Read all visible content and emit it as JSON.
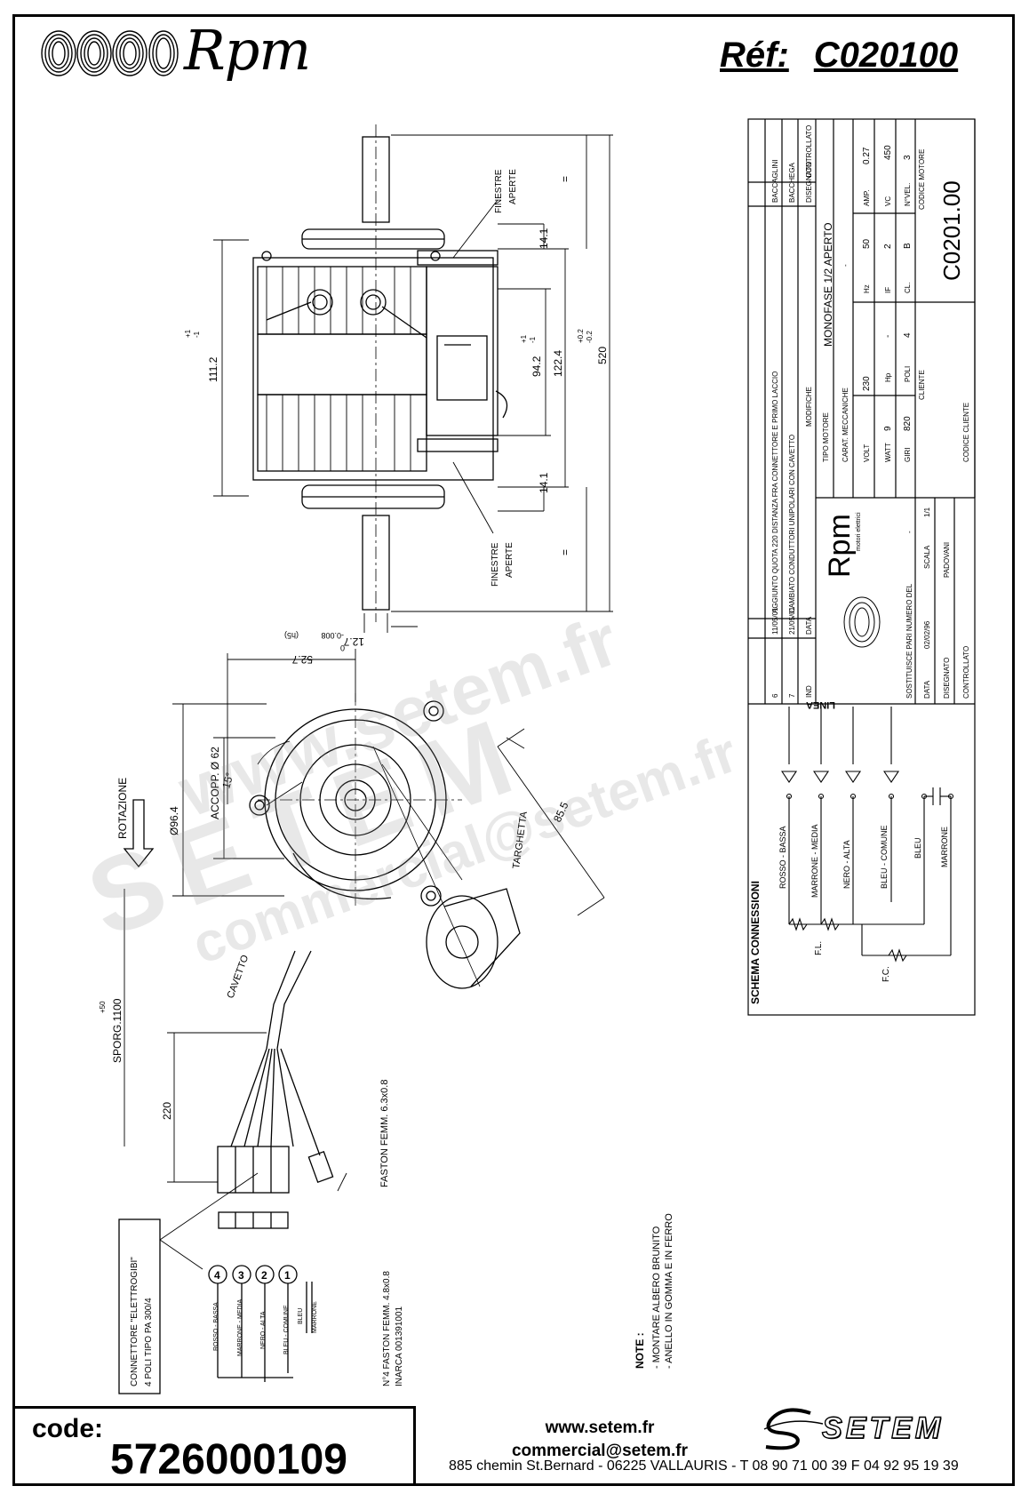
{
  "header": {
    "brand": "Rpm",
    "ref_label": "Réf:",
    "ref_value": "C020100"
  },
  "title_block": {
    "revisions": [
      {
        "ind": "7",
        "date": "21/05/01",
        "text": "CAMBIATO CONDUTTORI UNIPOLARI CON CAVETTO",
        "by1": "BACCHEGA",
        "by2": "BACCHEGA"
      },
      {
        "ind": "6",
        "date": "11/05/01",
        "text": "AGGIUNTO QUOTA 220 DISTANZA FRA CONNETTORE E PRIMO LACCIO",
        "by1": "BACCAGLINI",
        "by2": "BACCAGLINI"
      }
    ],
    "col_ind": "IND",
    "col_data": "DATA",
    "col_modifiche": "MODIFICHE",
    "col_disegnato": "DISEGNATO",
    "col_controllato": "CONTROLLATO",
    "brand": "Rpm",
    "brand_sub": "motori elettrici",
    "tipo_motore_label": "TIPO MOTORE",
    "tipo_motore": "MONOFASE 1/2 APERTO",
    "carat_label": "CARAT. MECCANICHE",
    "carat_value": "-",
    "volt_label": "VOLT",
    "volt": "230",
    "hz_label": "Hz",
    "hz": "50",
    "amp_label": "AMP.",
    "amp": "0.27",
    "watt_label": "WATT",
    "watt": "9",
    "hp_label": "Hp",
    "hp": "-",
    "if_label": "IF",
    "if_value": "2",
    "vc_label": "VC",
    "vc": "450",
    "giri_label": "GIRI",
    "giri": "820",
    "poli_label": "POLI",
    "poli": "4",
    "cl_label": "CL.",
    "cl": "B",
    "nvel_label": "N°VEL.",
    "nvel": "3",
    "sostituisce_label": "SOSTITUISCE PARI NUMERO DEL",
    "sostituisce": "-",
    "data_label": "DATA",
    "data": "02/02/96",
    "scala_label": "SCALA",
    "scala": "1/1",
    "disegnato_label": "DISEGNATO",
    "disegnato": "PADOVANI",
    "controllato_label": "CONTROLLATO",
    "cliente_label": "CLIENTE",
    "codice_cliente_label": "CODICE CLIENTE",
    "codice_motore_label": "CODICE MOTORE",
    "codice_motore": "C0201.00"
  },
  "schema": {
    "title": "SCHEMA CONNESSIONI",
    "linea": "LINEA",
    "wires": [
      "ROSSO - BASSA",
      "MARRONE - MEDIA",
      "NERO - ALTA",
      "BLEU - COMUNE",
      "BLEU",
      "MARRONE"
    ],
    "fl": "F.L.",
    "fc": "F.C."
  },
  "dims": {
    "d111": "111.2",
    "tol_pm1_a": "+1",
    "tol_pm1_b": "-1",
    "d94": "94.2",
    "d122": "122.4",
    "tol_02_a": "+0.2",
    "tol_02_b": "-0.2",
    "d520": "520",
    "d14a": "14.1",
    "d14b": "14.1",
    "eq": "=",
    "finestre": "FINESTRE",
    "aperte": "APERTE",
    "shaft": "12.7",
    "shaft_tol": "-0.008",
    "shaft_tol0": "0",
    "shaft_fit": "(h5)",
    "d52": "52.7",
    "d96": "Ø96.4",
    "accopp": "ACCOPP. Ø 62",
    "angle": "15°",
    "d85": "85.5",
    "targhetta": "TARGHETTA",
    "rotazione": "ROTAZIONE",
    "cavetto": "CAVETTO",
    "sporg": "SPORG.1100",
    "sporg_tol": "+50",
    "d220": "220",
    "faston": "FASTON FEMM. 6.3x0.8",
    "connettore_1": "CONNETTORE \"ELETTROGIBI\"",
    "connettore_2": "4 POLI TIPO PA 300/4",
    "faston4_1": "N°4 FASTON FEMM. 4.8x0.8",
    "faston4_2": "INARCA 001391001",
    "pins": [
      "4",
      "3",
      "2",
      "1"
    ],
    "pin_labels": [
      "ROSSO - BASSA",
      "MARRONE - MEDIA",
      "NERO - ALTA",
      "BLEU - COMUNE",
      "BLEU",
      "MARRONE"
    ]
  },
  "notes": {
    "title": "NOTE :",
    "lines": [
      "- MONTARE ALBERO BRUNITO",
      "- ANELLO IN GOMMA E IN FERRO"
    ]
  },
  "footer": {
    "code_label": "code:",
    "code_value": "5726000109",
    "website": "www.setem.fr",
    "email": "commercial@setem.fr",
    "address": "885 chemin St.Bernard  -  06225 VALLAURIS  -  T 08 90 71 00 39   F 04 92 95 19 39",
    "brand": "SETEM"
  },
  "watermark": {
    "site": "www.setem.fr",
    "brand": "SETEM",
    "email": "commercial@setem.fr"
  }
}
